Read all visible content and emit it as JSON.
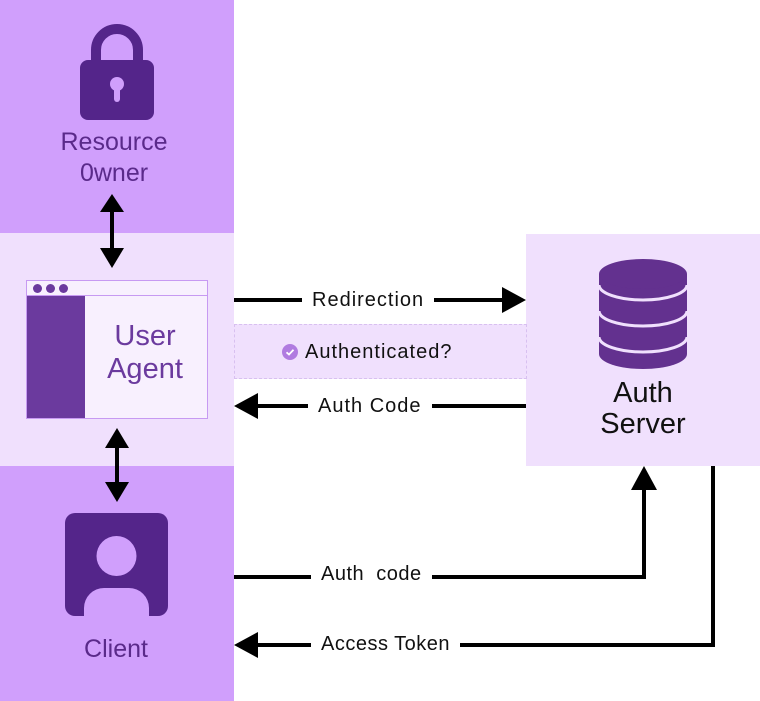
{
  "diagram": {
    "title": "OAuth Authorization Code Flow",
    "colors": {
      "column_dark": "#d09ffc",
      "column_light": "#f0e0fd",
      "icon_purple": "#54258a",
      "browser_sidebar": "#6b3a9e",
      "text_purple": "#5a2a8a",
      "check_purple": "#b07be0",
      "arrow": "#000000"
    },
    "actors": {
      "resource_owner": {
        "label_line1": "Resource",
        "label_line2": "0wner",
        "icon": "lock-icon"
      },
      "user_agent": {
        "label_line1": "User",
        "label_line2": "Agent",
        "icon": "browser-window-icon"
      },
      "client": {
        "label": "Client",
        "icon": "user-avatar-icon"
      },
      "auth_server": {
        "label_line1": "Auth",
        "label_line2": "Server",
        "icon": "database-icon"
      }
    },
    "flows": {
      "redirection": "Redirection",
      "authenticated": "Authenticated?",
      "auth_code_return": "Auth Code",
      "auth_code_send": "Auth  code",
      "access_token": "Access Token"
    }
  }
}
